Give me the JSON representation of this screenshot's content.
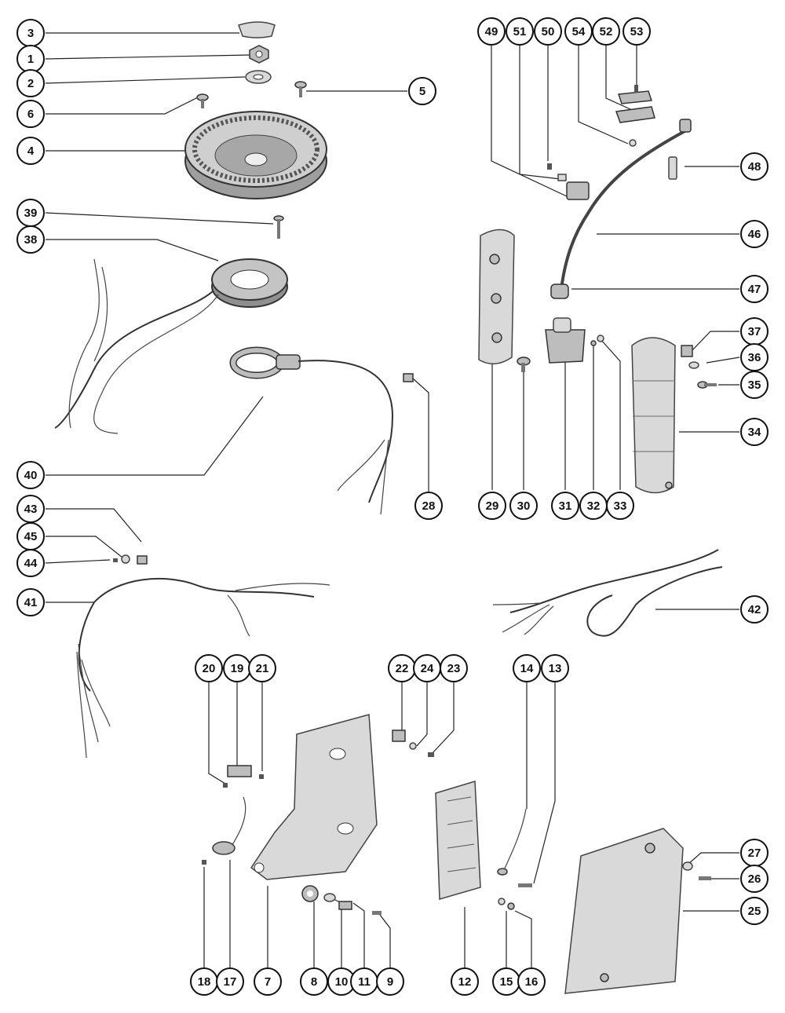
{
  "callouts": [
    {
      "num": "3"
    },
    {
      "num": "1"
    },
    {
      "num": "2"
    },
    {
      "num": "5"
    },
    {
      "num": "6"
    },
    {
      "num": "4"
    },
    {
      "num": "39"
    },
    {
      "num": "38"
    },
    {
      "num": "40"
    },
    {
      "num": "28"
    },
    {
      "num": "43"
    },
    {
      "num": "45"
    },
    {
      "num": "44"
    },
    {
      "num": "41"
    },
    {
      "num": "49"
    },
    {
      "num": "51"
    },
    {
      "num": "50"
    },
    {
      "num": "54"
    },
    {
      "num": "52"
    },
    {
      "num": "53"
    },
    {
      "num": "48"
    },
    {
      "num": "46"
    },
    {
      "num": "47"
    },
    {
      "num": "37"
    },
    {
      "num": "36"
    },
    {
      "num": "35"
    },
    {
      "num": "34"
    },
    {
      "num": "29"
    },
    {
      "num": "30"
    },
    {
      "num": "31"
    },
    {
      "num": "32"
    },
    {
      "num": "33"
    },
    {
      "num": "42"
    },
    {
      "num": "20"
    },
    {
      "num": "19"
    },
    {
      "num": "21"
    },
    {
      "num": "22"
    },
    {
      "num": "24"
    },
    {
      "num": "23"
    },
    {
      "num": "14"
    },
    {
      "num": "13"
    },
    {
      "num": "27"
    },
    {
      "num": "26"
    },
    {
      "num": "25"
    },
    {
      "num": "18"
    },
    {
      "num": "17"
    },
    {
      "num": "7"
    },
    {
      "num": "8"
    },
    {
      "num": "10"
    },
    {
      "num": "11"
    },
    {
      "num": "9"
    },
    {
      "num": "12"
    },
    {
      "num": "15"
    },
    {
      "num": "16"
    }
  ]
}
